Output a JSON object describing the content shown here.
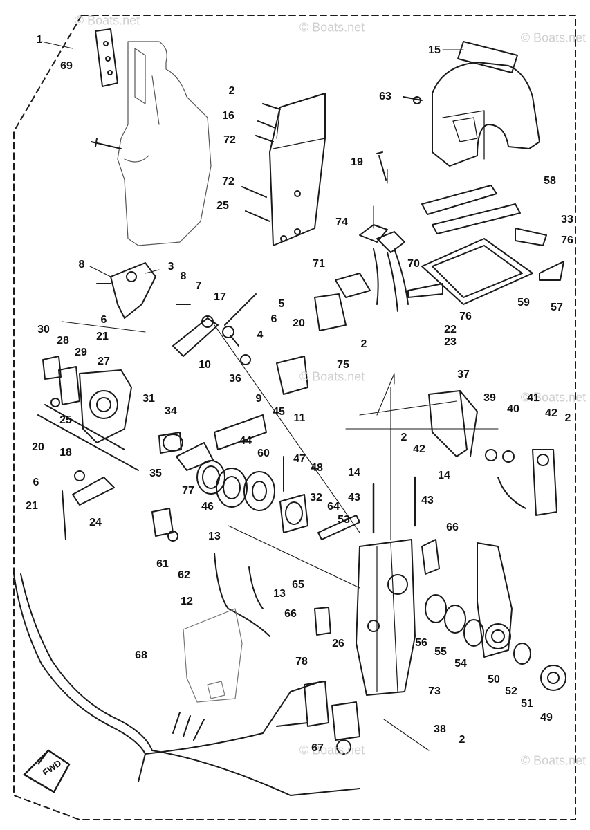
{
  "watermark": "© Boats.net",
  "direction_arrow": {
    "label": "FWD",
    "icon": "arrow-left-icon"
  },
  "part_numbers": [
    "1",
    "2",
    "3",
    "4",
    "5",
    "6",
    "7",
    "8",
    "9",
    "10",
    "11",
    "12",
    "13",
    "14",
    "15",
    "16",
    "17",
    "18",
    "19",
    "20",
    "21",
    "22",
    "23",
    "24",
    "25",
    "26",
    "27",
    "28",
    "29",
    "30",
    "31",
    "32",
    "33",
    "34",
    "35",
    "36",
    "37",
    "38",
    "39",
    "40",
    "41",
    "42",
    "43",
    "44",
    "45",
    "46",
    "47",
    "48",
    "49",
    "50",
    "51",
    "52",
    "53",
    "54",
    "55",
    "56",
    "57",
    "58",
    "59",
    "60",
    "61",
    "62",
    "63",
    "64",
    "65",
    "66",
    "67",
    "68",
    "69",
    "70",
    "71",
    "72",
    "73",
    "74",
    "75",
    "76",
    "77",
    "78"
  ]
}
